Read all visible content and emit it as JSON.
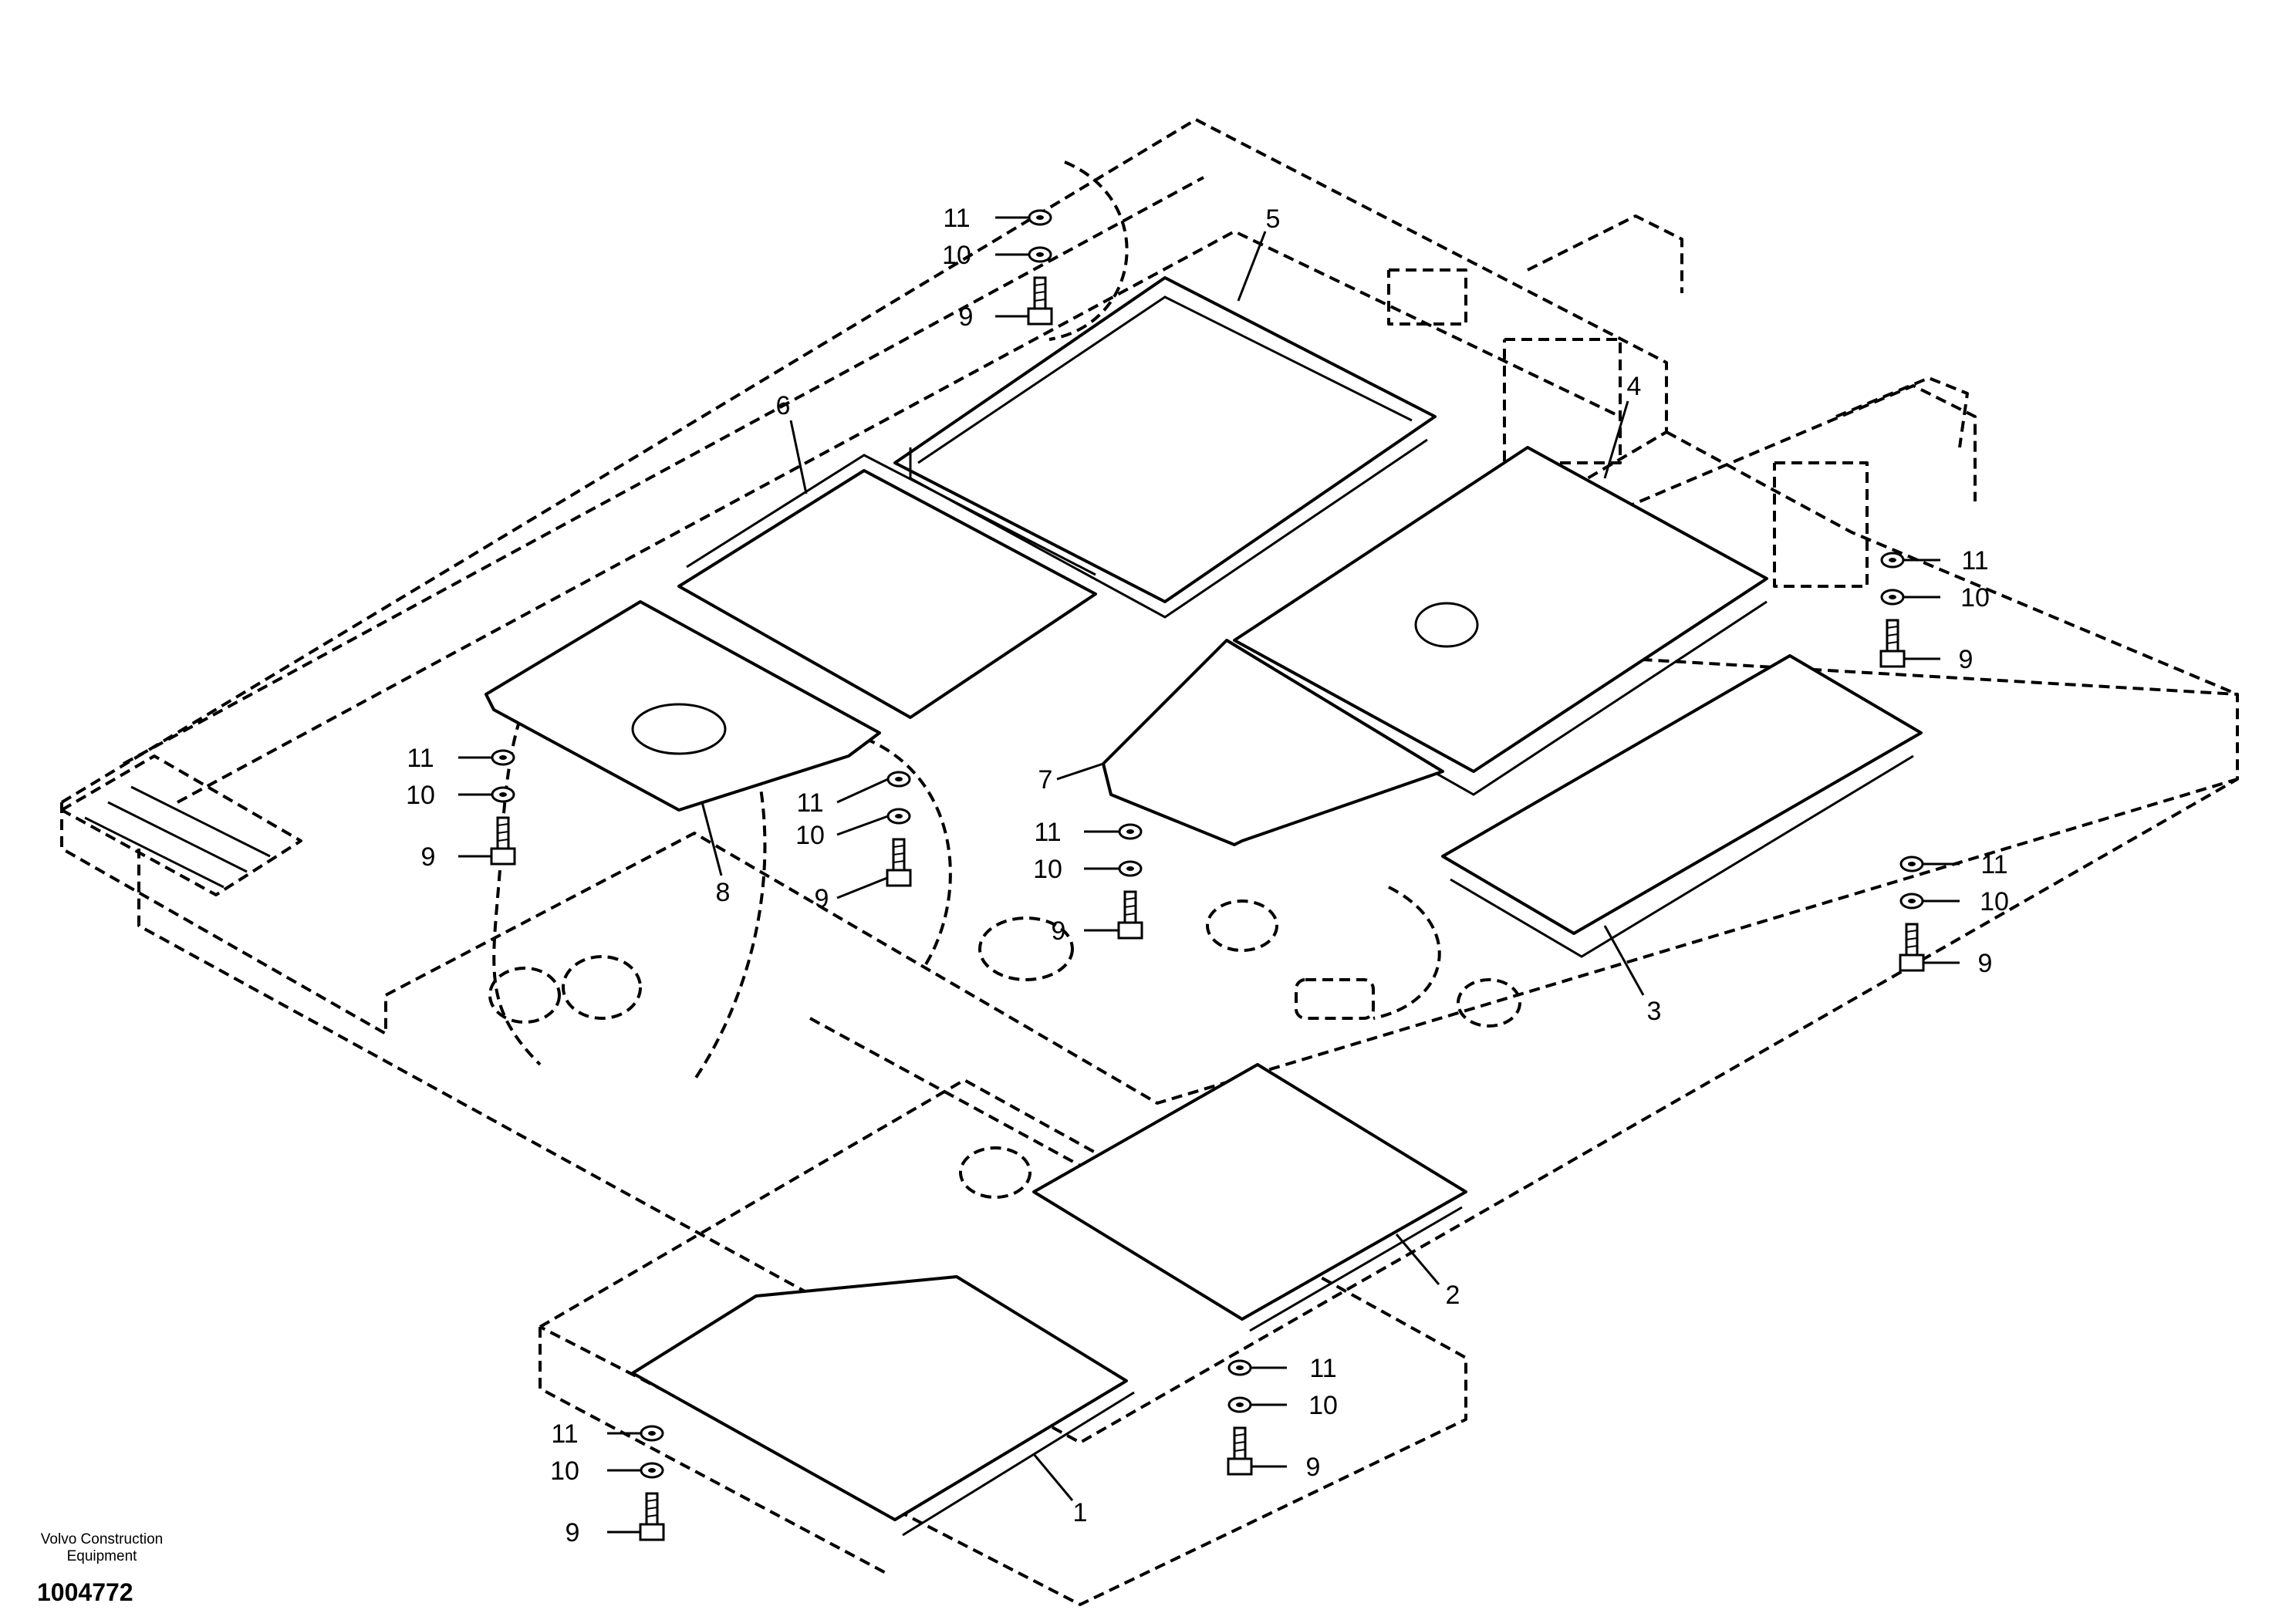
{
  "footer": {
    "company_line1": "Volvo Construction",
    "company_line2": "Equipment",
    "document_number": "1004772"
  },
  "parts": [
    {
      "ref": "1",
      "label": "1"
    },
    {
      "ref": "2",
      "label": "2"
    },
    {
      "ref": "3",
      "label": "3"
    },
    {
      "ref": "4",
      "label": "4"
    },
    {
      "ref": "5",
      "label": "5"
    },
    {
      "ref": "6",
      "label": "6"
    },
    {
      "ref": "7",
      "label": "7"
    },
    {
      "ref": "8",
      "label": "8"
    },
    {
      "ref": "9",
      "label": "9"
    },
    {
      "ref": "10",
      "label": "10"
    },
    {
      "ref": "11",
      "label": "11"
    }
  ]
}
